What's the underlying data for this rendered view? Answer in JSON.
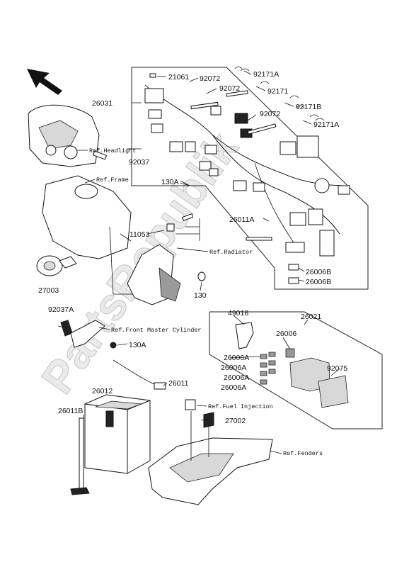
{
  "diagram": {
    "watermark": "PartsRepublik",
    "part_numbers": [
      "21061",
      "92072",
      "92072",
      "92171A",
      "92171",
      "92171B",
      "92171A",
      "26031",
      "92072",
      "92037",
      "130A",
      "26011A",
      "11053",
      "130",
      "26006B",
      "26006B",
      "27003",
      "92037A",
      "130A",
      "26011",
      "26012",
      "26011B",
      "27002",
      "49016",
      "26021",
      "26006",
      "26006A",
      "26006A",
      "26006A",
      "26006A",
      "92075"
    ],
    "references": [
      "Ref.Headlight",
      "Ref.Frame",
      "Ref.Radiator",
      "Ref.Front Master Cylinder",
      "Ref.Fuel Injection",
      "Ref.Fenders"
    ],
    "arrow_direction": "up-left"
  }
}
